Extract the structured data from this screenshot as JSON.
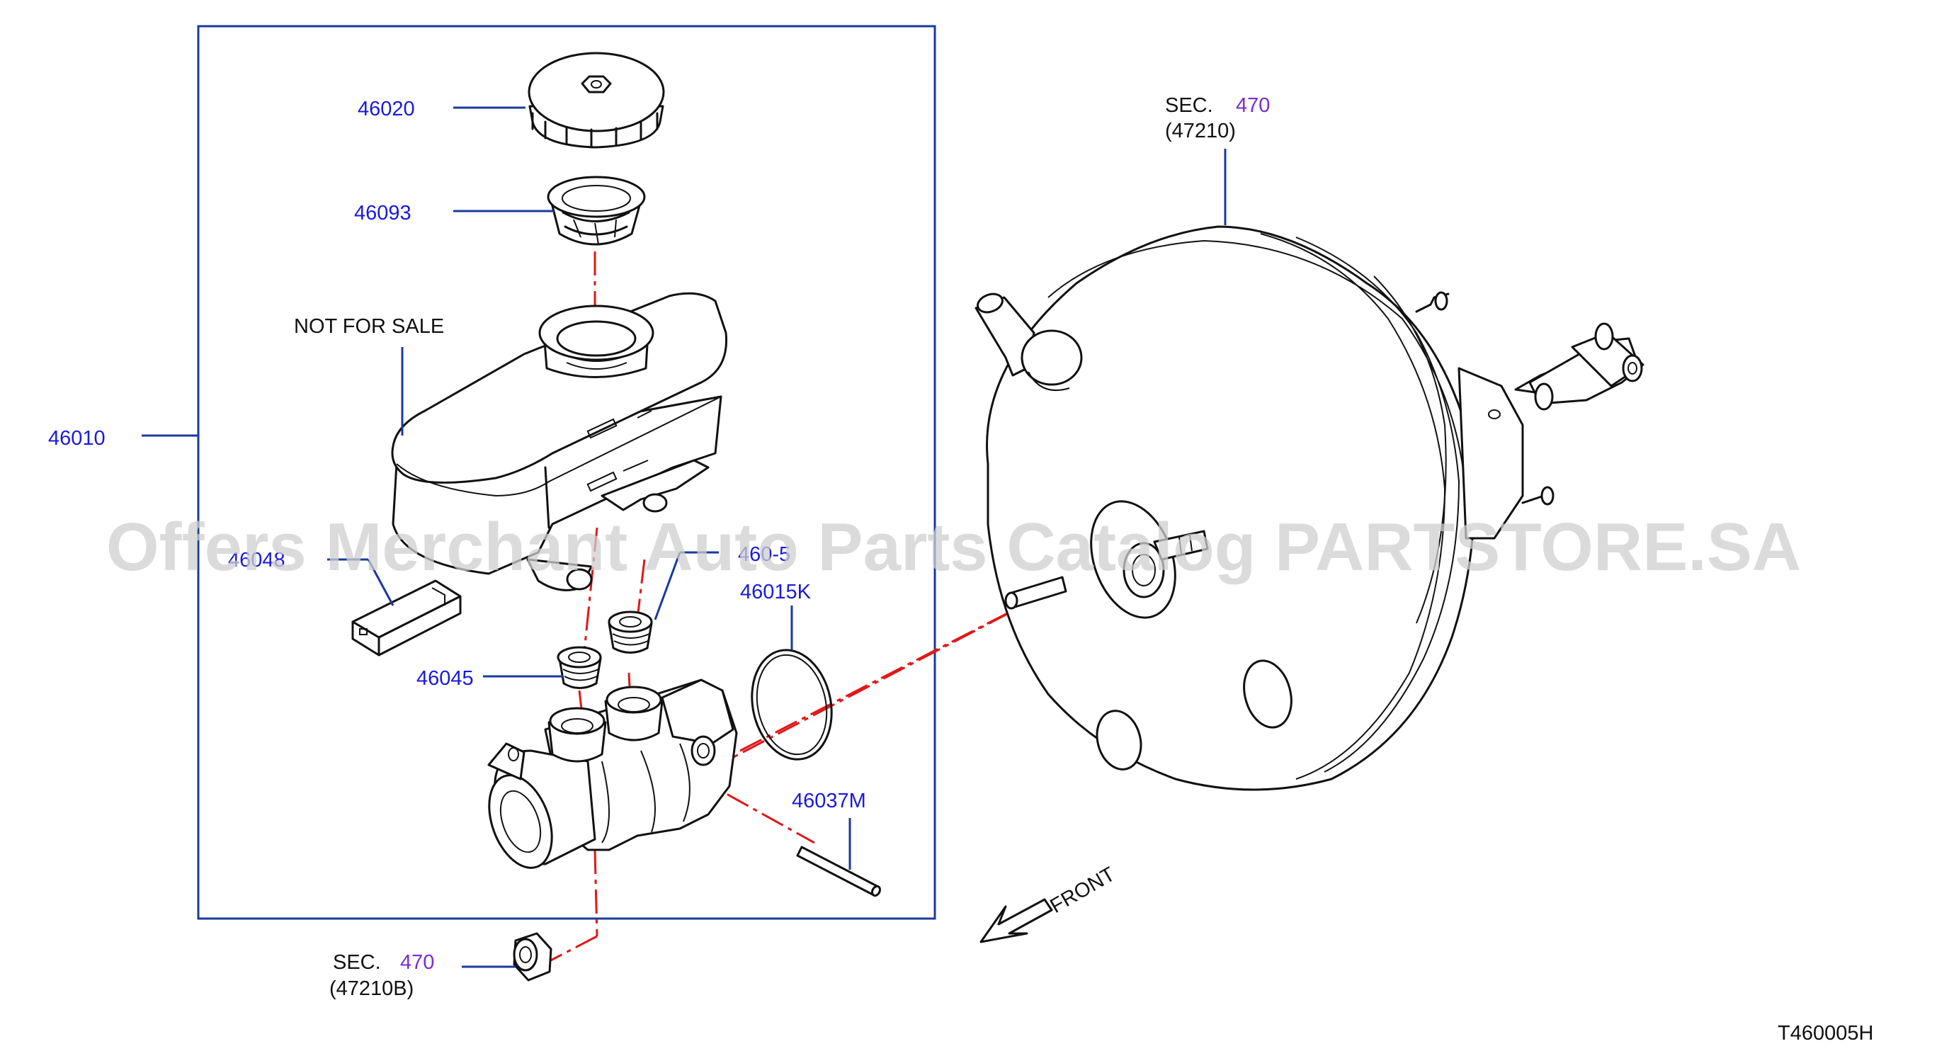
{
  "diagram_id": "T460005H",
  "watermark": "Offers Merchant Auto Parts Catalog PARTSTORE.SA",
  "note": "NOT   FOR   SALE",
  "front_label": "FRONT",
  "parts": {
    "p46020": "46020",
    "p46093": "46093",
    "p46010": "46010",
    "p46048": "46048",
    "p460x5": "460-5",
    "p46015K": "46015K",
    "p46045": "46045",
    "p46037M": "46037M"
  },
  "sec_booster": {
    "prefix": "SEC.",
    "number": "470",
    "sub": "(47210)"
  },
  "sec_nut": {
    "prefix": "SEC.",
    "number": "470",
    "sub": "(47210B)"
  },
  "colors": {
    "part_number": "#1a1adc",
    "section_ref": "#7b2bd6",
    "leader": "#1a3a9c",
    "center_line": "#e01818"
  }
}
